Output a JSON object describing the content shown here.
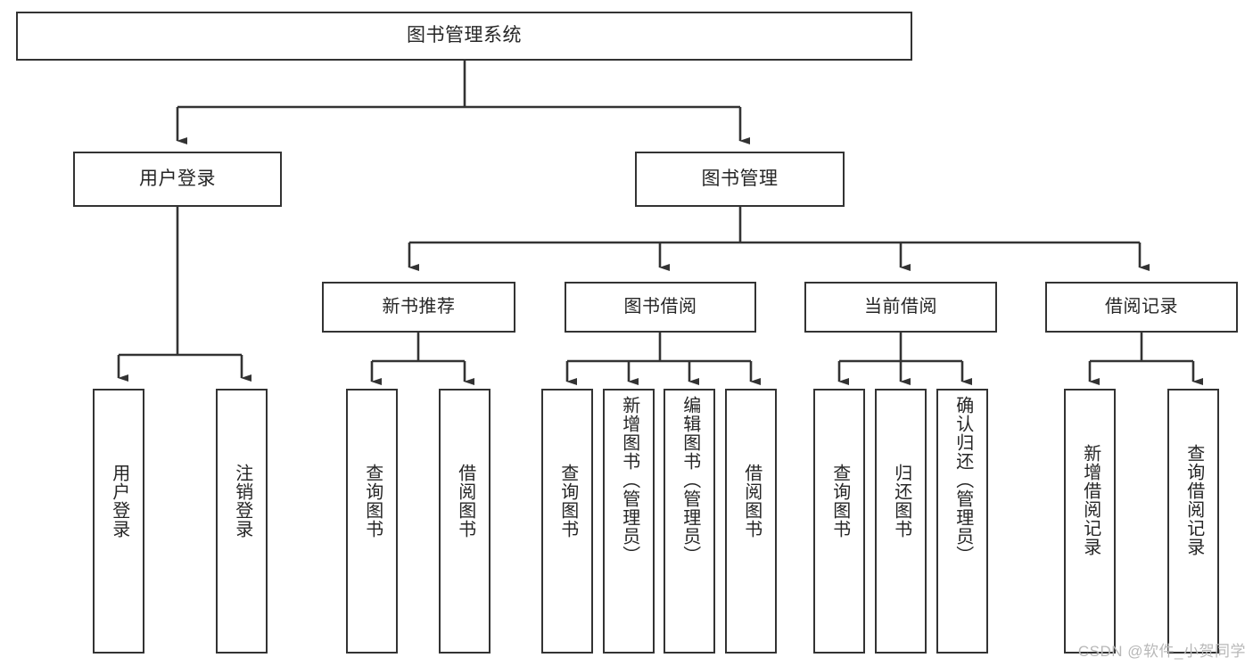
{
  "diagram": {
    "title": "图书管理系统",
    "type": "tree",
    "root": {
      "label": "图书管理系统"
    },
    "level1": [
      {
        "label": "用户登录"
      },
      {
        "label": "图书管理"
      }
    ],
    "level2": [
      {
        "label": "新书推荐"
      },
      {
        "label": "图书借阅"
      },
      {
        "label": "当前借阅"
      },
      {
        "label": "借阅记录"
      }
    ],
    "leaves": {
      "user_login": [
        {
          "label": "用户登录"
        },
        {
          "label": "注销登录"
        }
      ],
      "new_book": [
        {
          "label": "查询图书"
        },
        {
          "label": "借阅图书"
        }
      ],
      "book_borrow": [
        {
          "label": "查询图书"
        },
        {
          "label": "新增图书（管理员）"
        },
        {
          "label": "编辑图书（管理员）"
        },
        {
          "label": "借阅图书"
        }
      ],
      "current_borrow": [
        {
          "label": "查询图书"
        },
        {
          "label": "归还图书"
        },
        {
          "label": "确认归还（管理员）"
        }
      ],
      "borrow_record": [
        {
          "label": "新增借阅记录"
        },
        {
          "label": "查询借阅记录"
        }
      ]
    }
  },
  "watermark": {
    "text": "CSDN @软件_小贺同学"
  },
  "colors": {
    "stroke": "#333333",
    "background": "#ffffff",
    "text": "#262626",
    "watermark": "#b8b8b8"
  }
}
